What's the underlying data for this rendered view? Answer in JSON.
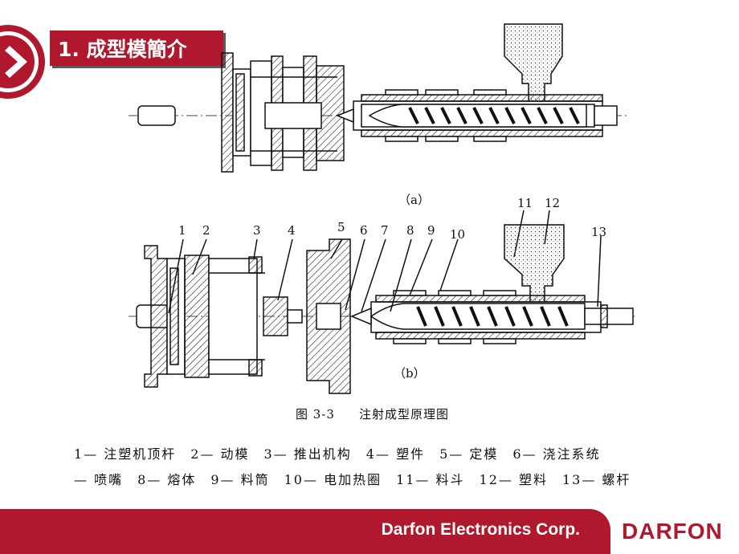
{
  "slide": {
    "title": "1. 成型模簡介"
  },
  "figure": {
    "label_a": "（a）",
    "label_b": "（b）",
    "callouts": [
      "1",
      "2",
      "3",
      "4",
      "5",
      "6",
      "7",
      "8",
      "9",
      "10",
      "11",
      "12",
      "13"
    ],
    "caption_number": "图 3-3",
    "caption_text": "注射成型原理图"
  },
  "legend": {
    "line1": "1— 注塑机顶杆　2— 动模　3— 推出机构　4— 塑件　5— 定模　6— 浇注系统",
    "line2": "— 喷嘴　8— 熔体　9— 料筒　10— 电加热圈　11— 料斗　12— 塑料　13— 螺杆"
  },
  "footer": {
    "company": "Darfon Electronics Corp.",
    "logo": "DARFON"
  },
  "colors": {
    "brand": "#b0182e",
    "ink": "#111111"
  }
}
